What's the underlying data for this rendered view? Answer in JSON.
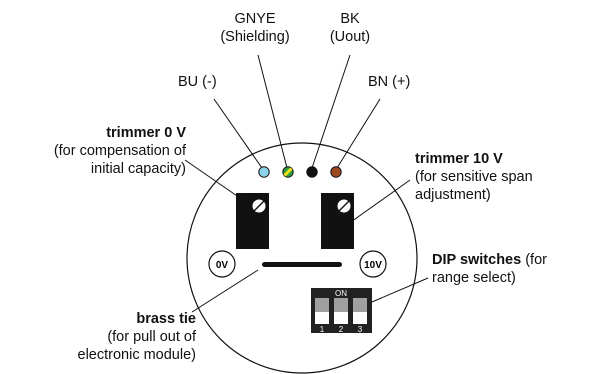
{
  "wires": {
    "gnye": {
      "line1": "GNYE",
      "line2": "(Shielding)",
      "color": "#b7d52a"
    },
    "bk": {
      "line1": "BK",
      "line2": "(Uout)",
      "color": "#111111"
    },
    "bu": {
      "text": "BU (-)",
      "color": "#8fd3e8"
    },
    "bn": {
      "text": "BN (+)",
      "color": "#9a4a1e"
    }
  },
  "trimmer_0v": {
    "title": "trimmer 0 V",
    "desc1": "(for compensation of",
    "desc2": "initial capacity)",
    "marker": "0V"
  },
  "trimmer_10v": {
    "title": "trimmer 10 V",
    "desc1": "(for sensitive span",
    "desc2": "adjustment)",
    "marker": "10V"
  },
  "dip": {
    "title": "DIP switches",
    "title_rest": " (for",
    "desc2": "range select)",
    "on_label": "ON",
    "switch_numbers": [
      "1",
      "2",
      "3"
    ]
  },
  "brass_tie": {
    "title": "brass tie",
    "desc1": "(for pull out of",
    "desc2": "electronic module)"
  }
}
